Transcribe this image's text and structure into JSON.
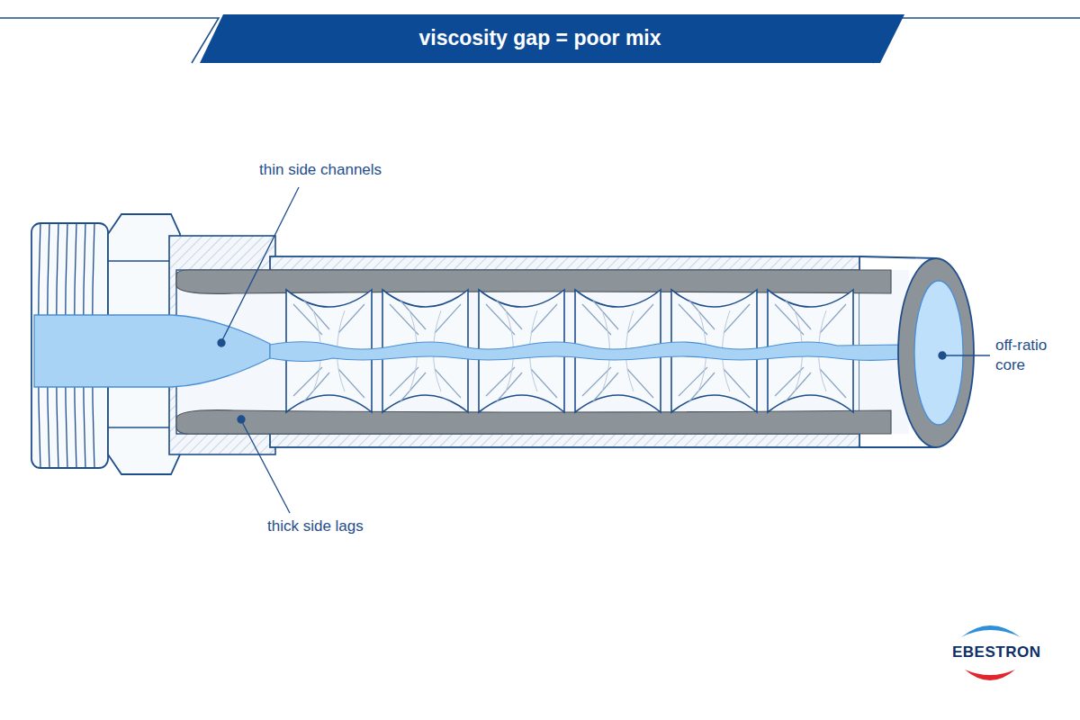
{
  "diagram": {
    "title": "viscosity gap = poor mix",
    "labels": [
      "thin side channels",
      "thick side lags",
      "off-ratio core",
      "EBESTRON"
    ]
  }
}
